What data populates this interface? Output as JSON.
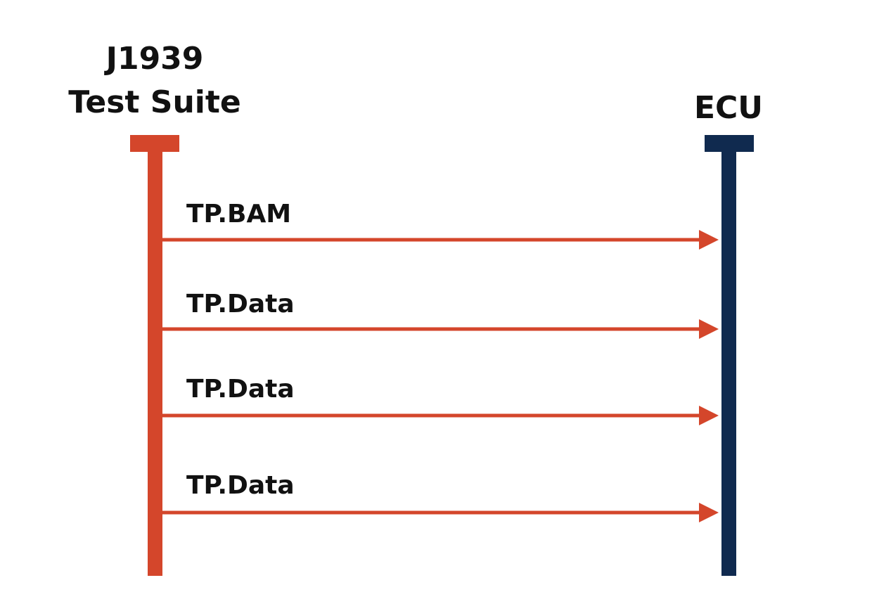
{
  "participants": {
    "tester": {
      "label_line1": "J1939",
      "label_line2": "Test Suite",
      "color": "#D4462B"
    },
    "ecu": {
      "label": "ECU",
      "color": "#102A4F"
    }
  },
  "messages": [
    {
      "label": "TP.BAM"
    },
    {
      "label": "TP.Data"
    },
    {
      "label": "TP.Data"
    },
    {
      "label": "TP.Data"
    }
  ],
  "arrow_color": "#D4462B"
}
